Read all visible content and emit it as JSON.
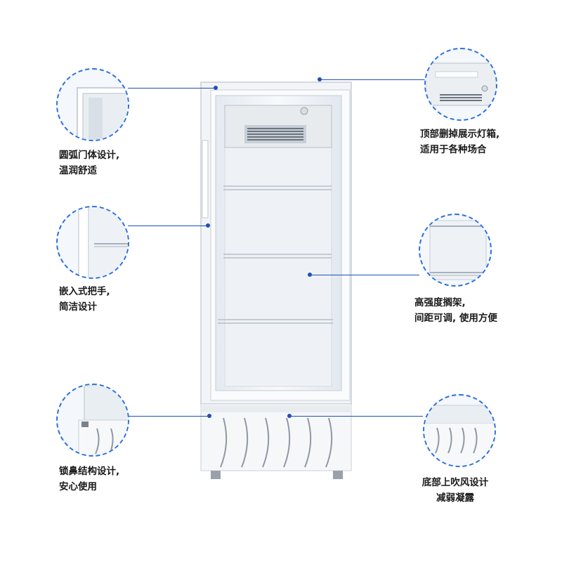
{
  "accent_color": "#2b6fe0",
  "line_color": "#1e4fb8",
  "callouts": [
    {
      "line1": "圆弧门体设计,",
      "line2": "温润舒适"
    },
    {
      "line1": "嵌入式把手,",
      "line2": "简洁设计"
    },
    {
      "line1": "锁鼻结构设计,",
      "line2": "安心使用"
    },
    {
      "line1": "顶部删掉展示灯箱,",
      "line2": "适用于各种场合"
    },
    {
      "line1": "高强度搁架,",
      "line2": "间距可调, 使用方便"
    },
    {
      "line1": "底部上吹风设计",
      "line2": "减弱凝露"
    }
  ]
}
